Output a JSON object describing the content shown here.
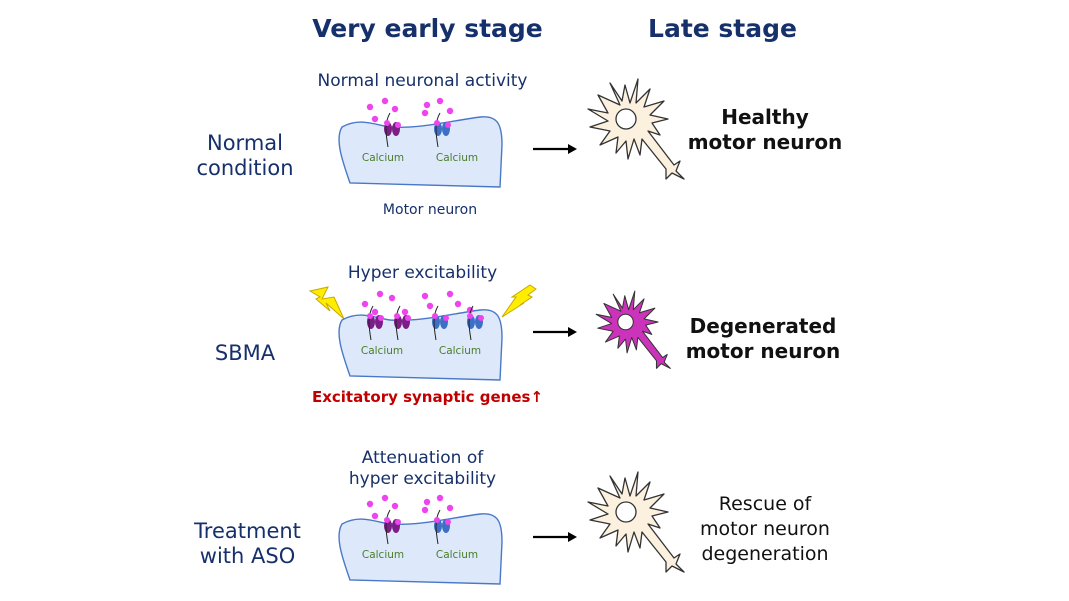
{
  "headers": {
    "early": "Very early stage",
    "late": "Late stage"
  },
  "rows": [
    {
      "label_line1": "Normal",
      "label_line2": "condition",
      "activity_line1": "Normal neuronal activity",
      "activity_line2": "",
      "channel_label_left": "Calcium",
      "channel_label_right": "Calcium",
      "cell_caption": "Motor neuron",
      "outcome_line1": "Healthy",
      "outcome_line2": "motor neuron",
      "outcome_line3": "",
      "neuron_color": "#fbf1de"
    },
    {
      "label_line1": "SBMA",
      "label_line2": "",
      "activity_line1": "Hyper excitability",
      "activity_line2": "",
      "channel_label_left": "Calcium",
      "channel_label_right": "Calcium",
      "cell_caption": "Excitatory synaptic genes↑",
      "outcome_line1": "Degenerated",
      "outcome_line2": "motor neuron",
      "outcome_line3": "",
      "neuron_color": "#cc33bb"
    },
    {
      "label_line1": "Treatment",
      "label_line2": "with ASO",
      "activity_line1": "Attenuation of",
      "activity_line2": "hyper excitability",
      "channel_label_left": "Calcium",
      "channel_label_right": "Calcium",
      "cell_caption": "",
      "outcome_line1": "Rescue of",
      "outcome_line2": "motor neuron",
      "outcome_line3": "degeneration",
      "neuron_color": "#fbf1de"
    }
  ],
  "colors": {
    "navy": "#16306b",
    "cell_fill": "#dde9fb",
    "cell_stroke": "#4a78c8",
    "ion": "#ee44ee",
    "channel_purple": "#7b1f86",
    "channel_blue": "#3d6fc4",
    "calcium_text": "#4a7d2a",
    "alert_red": "#c00000",
    "bolt": "#ffee00"
  }
}
